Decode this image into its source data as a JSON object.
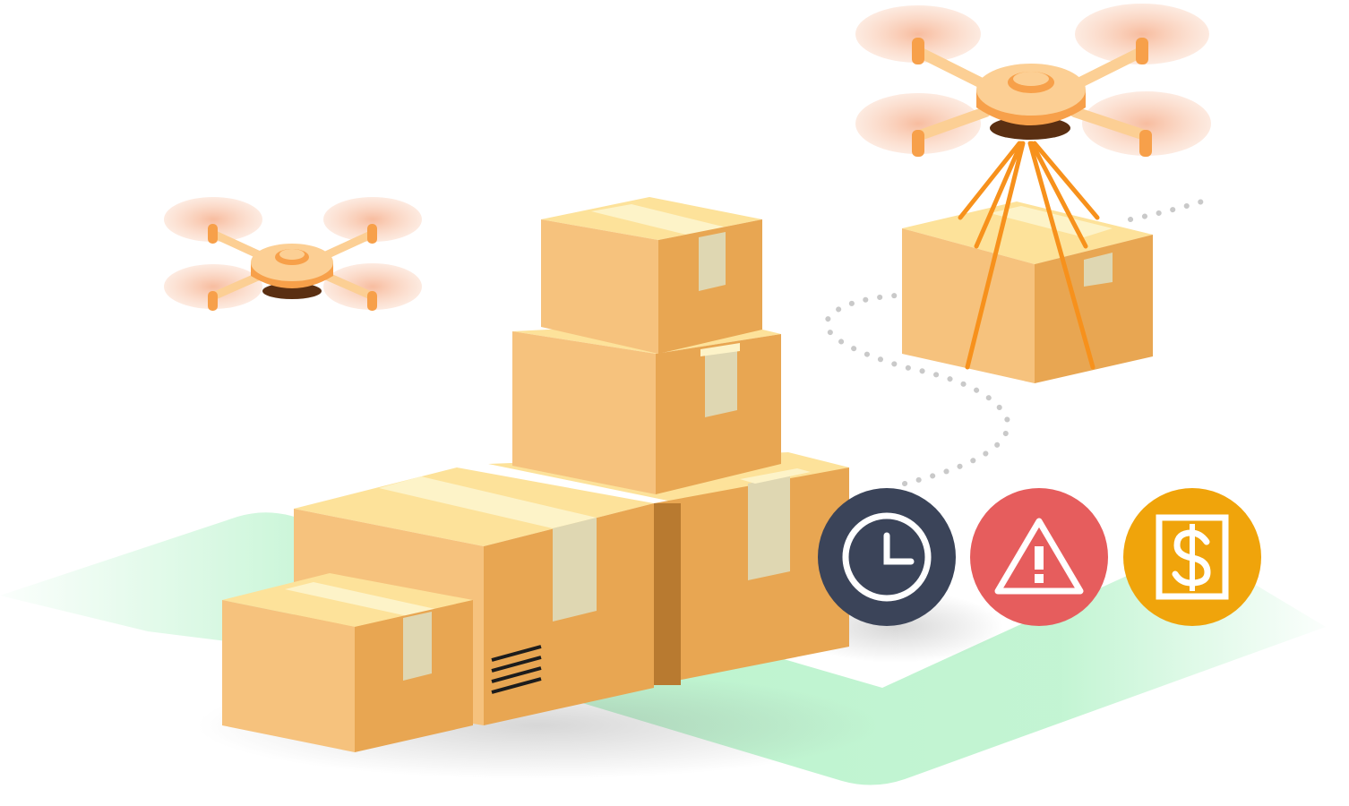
{
  "scene": {
    "background": "#ffffff",
    "ground_color": "#b4f2c8",
    "box_colors": {
      "top": "#fde29a",
      "left": "#f6c27d",
      "right": "#e8a652",
      "tape": "#fdf3c8",
      "seam": "#dfd7b2"
    },
    "drone_colors": {
      "body": "#f7a04a",
      "body_light": "#fccf94",
      "body_dark": "#5a2f12",
      "prop": "#f7b08c"
    },
    "badges": [
      {
        "name": "clock",
        "icon": "clock-icon",
        "color": "#3b4459"
      },
      {
        "name": "warning",
        "icon": "warning-icon",
        "color": "#e65d5d"
      },
      {
        "name": "price",
        "icon": "dollar-icon",
        "color": "#f0a40b"
      }
    ]
  }
}
